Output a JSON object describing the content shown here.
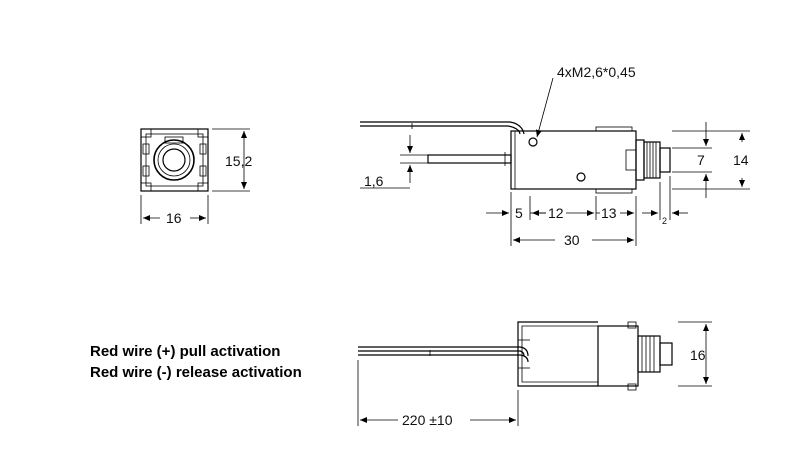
{
  "front_view": {
    "width_label": "16",
    "height_label": "15,2"
  },
  "side_view": {
    "thread_label": "4xM2,6*0,45",
    "plunger_label": "1,6",
    "dim_5": "5",
    "dim_12": "12",
    "dim_13": "13",
    "dim_2": "2",
    "dim_30": "30",
    "dim_7": "7",
    "dim_14": "14"
  },
  "bottom_view": {
    "height_label": "16",
    "wire_length_label": "220 ±10"
  },
  "notes": {
    "pull": "Red wire (+) pull activation",
    "release": "Red wire (-) release activation"
  }
}
